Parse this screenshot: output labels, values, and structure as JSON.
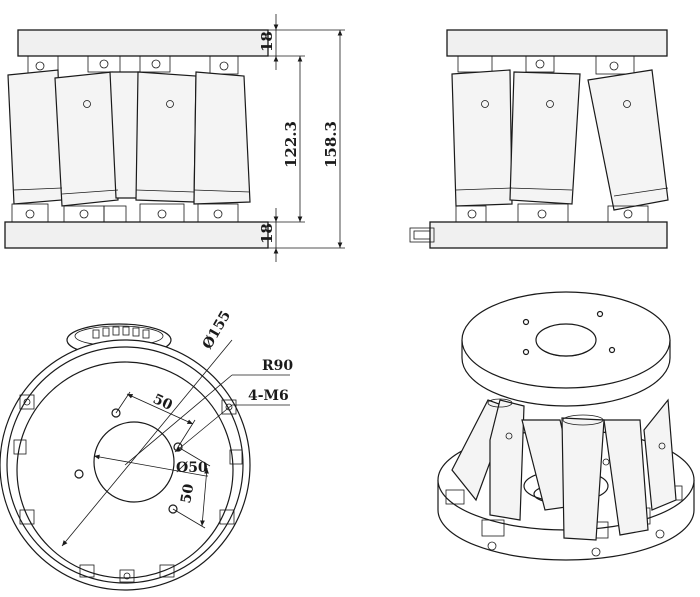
{
  "front_view": {
    "top_plate_thickness": "18",
    "bottom_plate_thickness": "18",
    "leg_height": "122.3",
    "total_height": "158.3"
  },
  "top_view": {
    "outer_diameter": "Ø155",
    "radius": "R90",
    "hole_spec": "4-M6",
    "center_hole": "Ø50",
    "hole_spacing_a": "50",
    "hole_spacing_b": "50"
  }
}
